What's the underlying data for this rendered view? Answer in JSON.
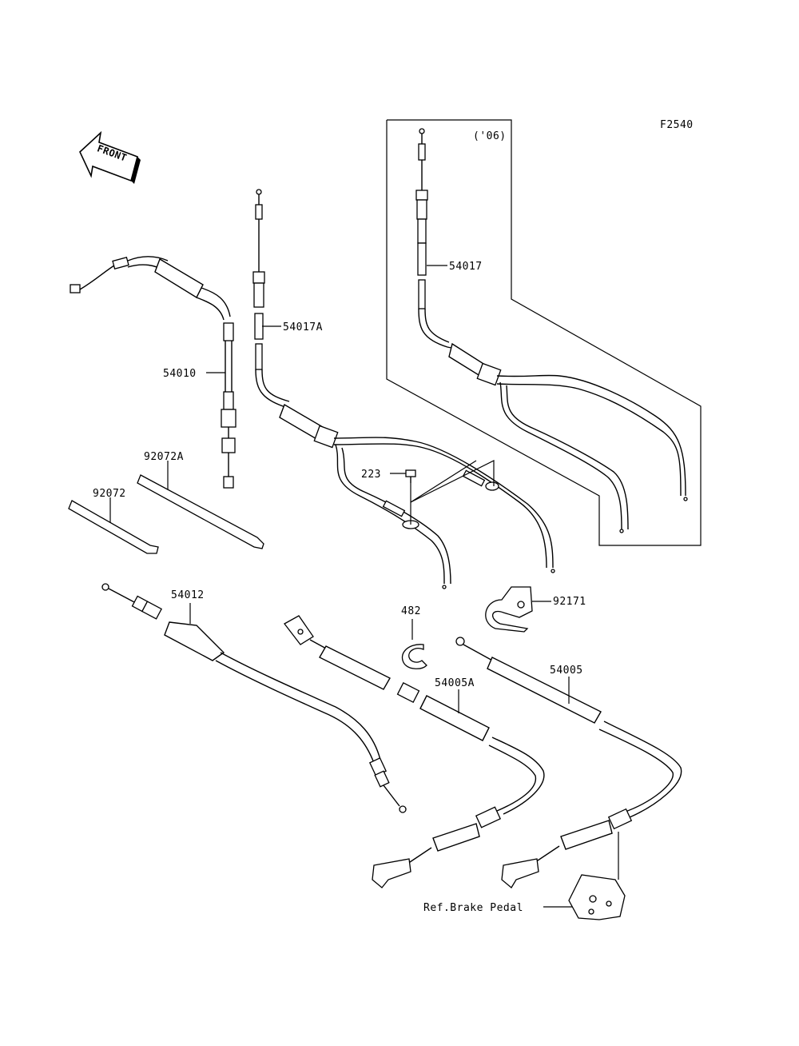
{
  "figure_code": "F2540",
  "front_label": "FRONT",
  "inset_label": "('06)",
  "parts": {
    "p54010": "54010",
    "p54017A": "54017A",
    "p54017": "54017",
    "p92072A": "92072A",
    "p92072": "92072",
    "p223": "223",
    "p54012": "54012",
    "p482": "482",
    "p92171": "92171",
    "p54005A": "54005A",
    "p54005": "54005"
  },
  "ref_label": "Ref.Brake Pedal"
}
